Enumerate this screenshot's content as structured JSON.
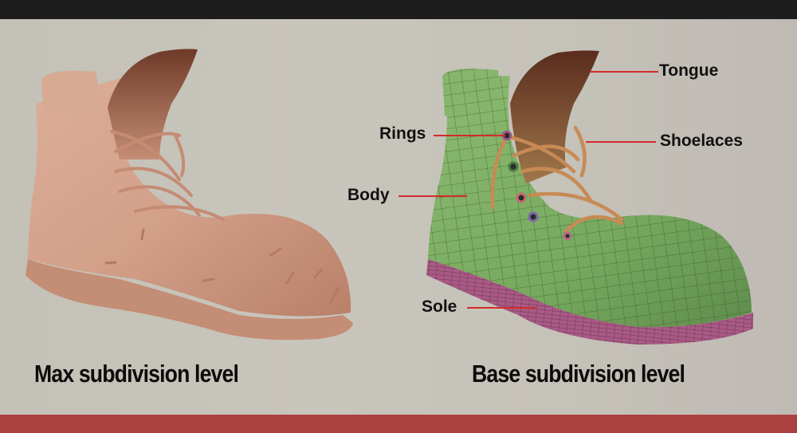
{
  "frame": {
    "top_bar_color": "#1d1d1d",
    "bottom_bar_color": "#ab4040",
    "background_color": "#c6c3ba"
  },
  "left_panel": {
    "caption": "Max subdivision level",
    "model": {
      "name": "boot-high-poly",
      "color": "#d5a48e"
    }
  },
  "right_panel": {
    "caption": "Base subdivision level",
    "model": {
      "name": "boot-base-mesh",
      "body_color": "#7aaa63",
      "sole_color": "#a85a84",
      "tongue_color": "#6b3a26",
      "lace_color": "#c88a55",
      "wire_color": "#2e4a24"
    },
    "callouts": [
      {
        "id": "tongue",
        "label": "Tongue"
      },
      {
        "id": "rings",
        "label": "Rings"
      },
      {
        "id": "shoelaces",
        "label": "Shoelaces"
      },
      {
        "id": "body",
        "label": "Body"
      },
      {
        "id": "sole",
        "label": "Sole"
      }
    ],
    "leader_color": "#d42a2a"
  }
}
